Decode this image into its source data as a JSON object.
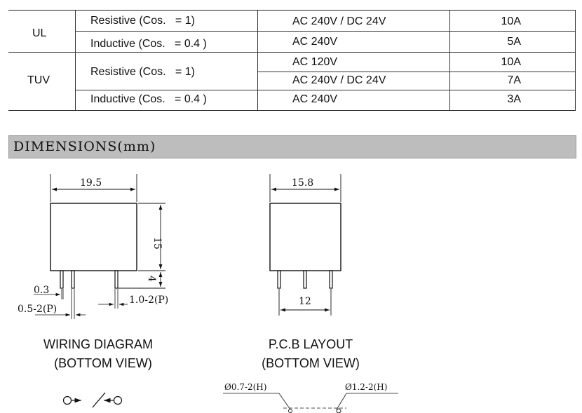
{
  "ratings": {
    "rows": [
      {
        "group": "UL",
        "load": "Resistive (Cos.   = 1)",
        "voltage": "AC 240V / DC 24V",
        "current": "10A"
      },
      {
        "group": "",
        "load": "Inductive (Cos.   = 0.4 )",
        "voltage": "AC 240V",
        "current": "5A"
      },
      {
        "group": "TUV",
        "load": "Resistive (Cos.   = 1)",
        "voltage": "AC 120V",
        "current": "10A"
      },
      {
        "group": "",
        "load": "",
        "voltage": "AC 240V / DC 24V",
        "current": "7A"
      },
      {
        "group": "",
        "load": "Inductive (Cos.   = 0.4 )",
        "voltage": "AC 240V",
        "current": "3A"
      }
    ]
  },
  "dimensions": {
    "title": "DIMENSIONS(mm)",
    "side_view": {
      "width": "19.5",
      "height": "15",
      "pin_length": "4",
      "pin_thickness": "0.3",
      "pin_width": "0.5-2(P)",
      "pin_spacing": "1.0-2(P)"
    },
    "front_view": {
      "width": "15.8",
      "pin_span": "12"
    },
    "wiring": {
      "title": "WIRING DIAGRAM",
      "subtitle": "(BOTTOM VIEW)"
    },
    "pcb": {
      "title": "P.C.B LAYOUT",
      "subtitle": "(BOTTOM VIEW)",
      "hole_small": "Ø0.7-2(H)",
      "hole_large": "Ø1.2-2(H)"
    }
  }
}
